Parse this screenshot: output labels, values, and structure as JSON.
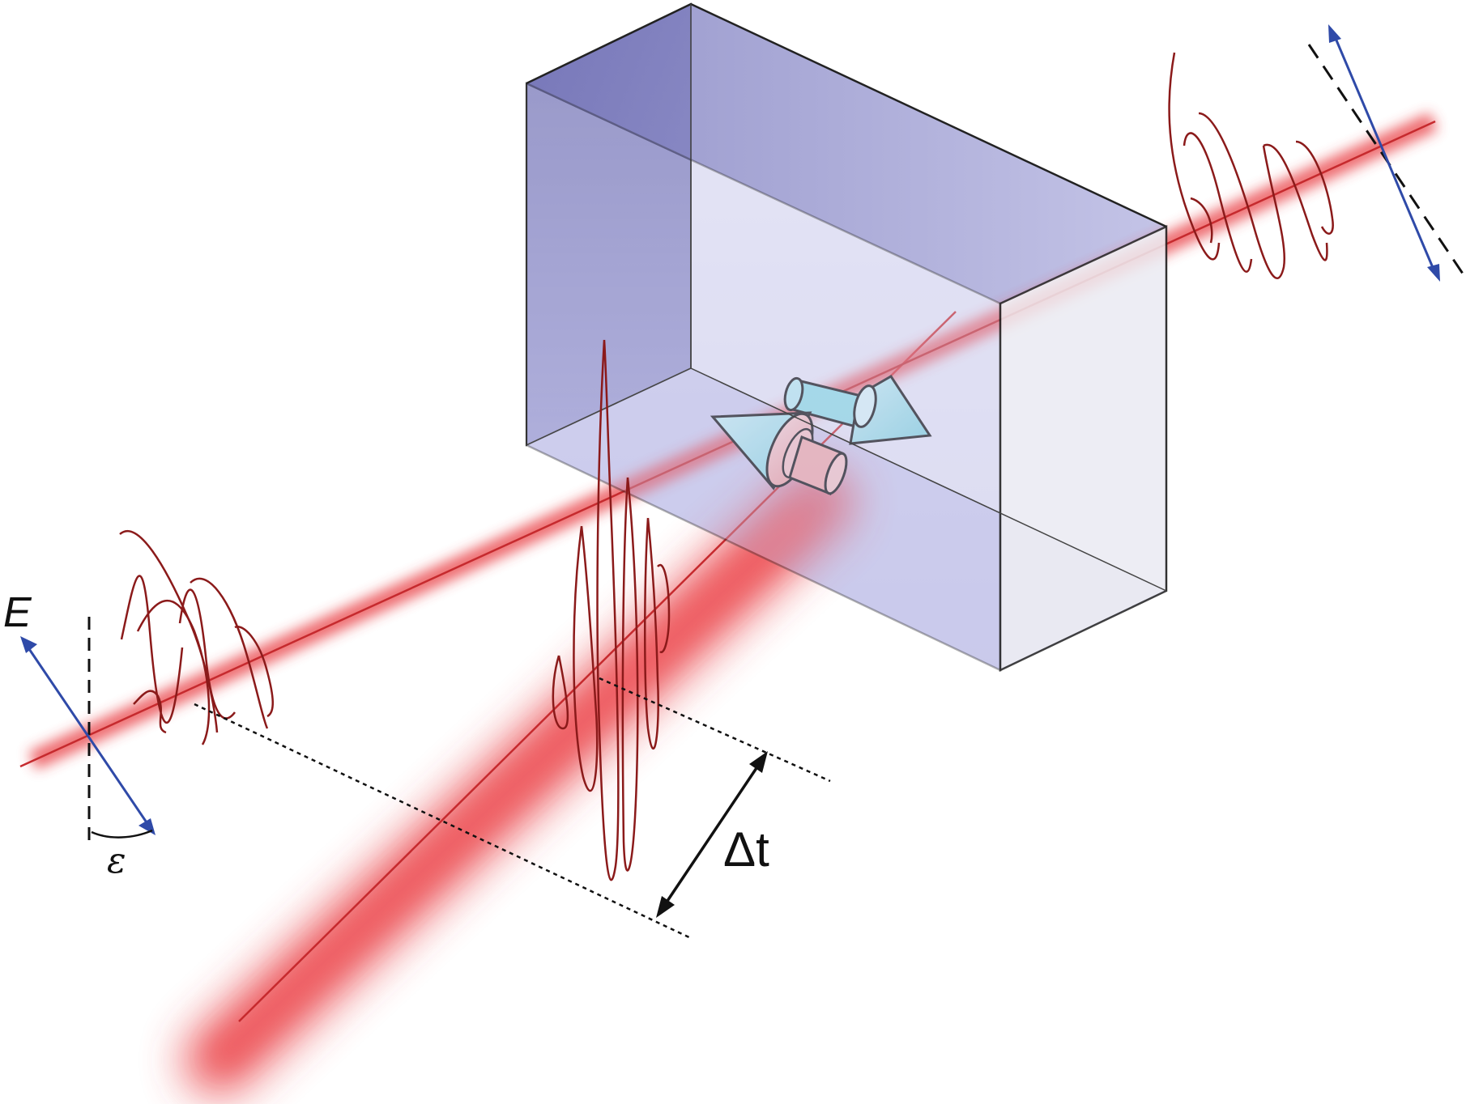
{
  "labels": {
    "field": "E",
    "angle": "ε",
    "delay": "Δt"
  },
  "colors": {
    "beam": "#d8262b",
    "beam_glow": "#e8383c",
    "pulse": "#8b1a1a",
    "polarization": "#2f4aa8",
    "crystal_front": "#d8d8f2",
    "crystal_left": "#6d6db0",
    "crystal_top": "#8686c6",
    "crystal_right": "#ededf5",
    "molecule_pink": "#f4b4b4",
    "molecule_cyan": "#8fdde6"
  },
  "icons": [
    "crystal-box",
    "molecule-cone-pink",
    "molecule-cone-cyan",
    "polarization-arrow-input",
    "polarization-arrow-output",
    "delay-arrow"
  ]
}
